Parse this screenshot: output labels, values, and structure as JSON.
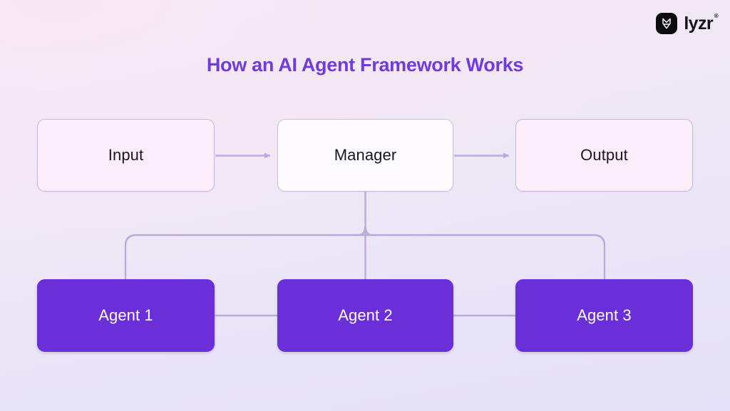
{
  "brand": {
    "logo_icon": "lyzr-mark-icon",
    "name": "lyzr",
    "trademark": "®"
  },
  "header": {
    "title": "How an AI Agent Framework Works",
    "title_color": "#6f3ae0"
  },
  "diagram": {
    "type": "flowchart",
    "background_gradient": [
      "#f5e9f3",
      "#e5e1f8"
    ],
    "connector_color": "#bcaade",
    "nodes": [
      {
        "id": "input",
        "label": "Input",
        "style": "soft",
        "fill": "#fdeefb",
        "border": "#c9b6e8",
        "text_color": "#1b1620"
      },
      {
        "id": "manager",
        "label": "Manager",
        "style": "light",
        "fill": "#fdfbff",
        "border": "#cbbcea",
        "text_color": "#1b1620"
      },
      {
        "id": "output",
        "label": "Output",
        "style": "soft",
        "fill": "#fdeefb",
        "border": "#c9b6e8",
        "text_color": "#1b1620"
      },
      {
        "id": "agent1",
        "label": "Agent 1",
        "style": "strong",
        "fill": "#6a2fd9",
        "border": "#6a2fd9",
        "text_color": "#ffffff"
      },
      {
        "id": "agent2",
        "label": "Agent 2",
        "style": "strong",
        "fill": "#6a2fd9",
        "border": "#6a2fd9",
        "text_color": "#ffffff"
      },
      {
        "id": "agent3",
        "label": "Agent 3",
        "style": "strong",
        "fill": "#6a2fd9",
        "border": "#6a2fd9",
        "text_color": "#ffffff"
      }
    ],
    "edges": [
      {
        "from": "input",
        "to": "manager",
        "arrow": true,
        "shape": "straight-horizontal"
      },
      {
        "from": "manager",
        "to": "output",
        "arrow": true,
        "shape": "straight-horizontal"
      },
      {
        "from": "manager",
        "to": "agent2",
        "arrow": false,
        "shape": "straight-vertical"
      },
      {
        "from": "manager",
        "to": "agent1",
        "arrow": false,
        "shape": "elbow-left"
      },
      {
        "from": "manager",
        "to": "agent3",
        "arrow": false,
        "shape": "elbow-right"
      },
      {
        "from": "agent1",
        "to": "agent2",
        "arrow": false,
        "shape": "straight-horizontal"
      },
      {
        "from": "agent2",
        "to": "agent3",
        "arrow": false,
        "shape": "straight-horizontal"
      }
    ]
  }
}
